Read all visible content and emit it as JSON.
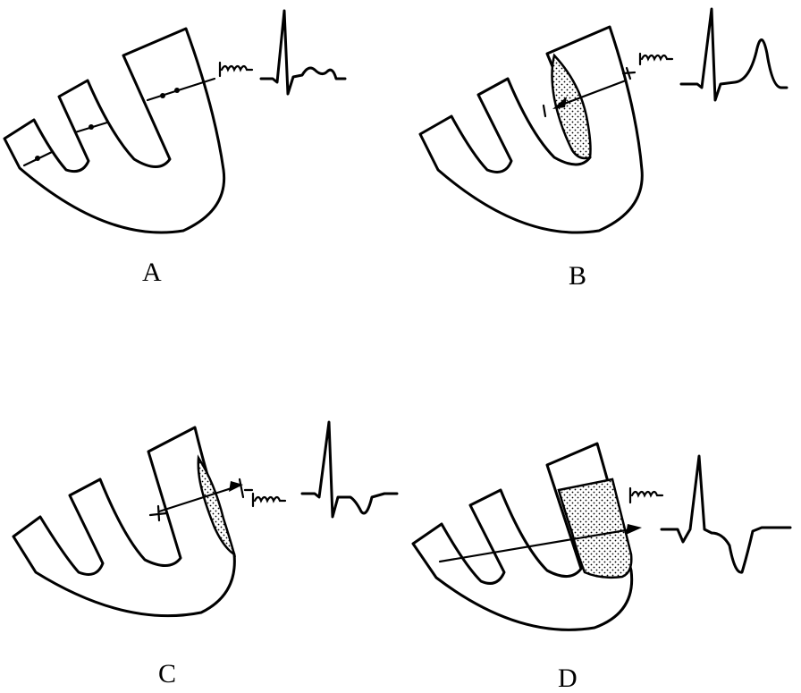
{
  "panels": [
    {
      "id": "A",
      "label": "A",
      "description_marks": [
        "heart-outline",
        "three-vectors",
        "ecg-trace"
      ]
    },
    {
      "id": "B",
      "label": "B",
      "description_marks": [
        "heart-outline",
        "subendocardial-zone",
        "vector",
        "ecg-trace"
      ]
    },
    {
      "id": "C",
      "label": "C",
      "description_marks": [
        "heart-outline",
        "subepicardial-zone",
        "vector",
        "ecg-trace"
      ]
    },
    {
      "id": "D",
      "label": "D",
      "description_marks": [
        "heart-outline",
        "transmural-zone",
        "vector",
        "ecg-trace"
      ]
    }
  ],
  "signs": {
    "minus": "−",
    "plus": "+"
  }
}
